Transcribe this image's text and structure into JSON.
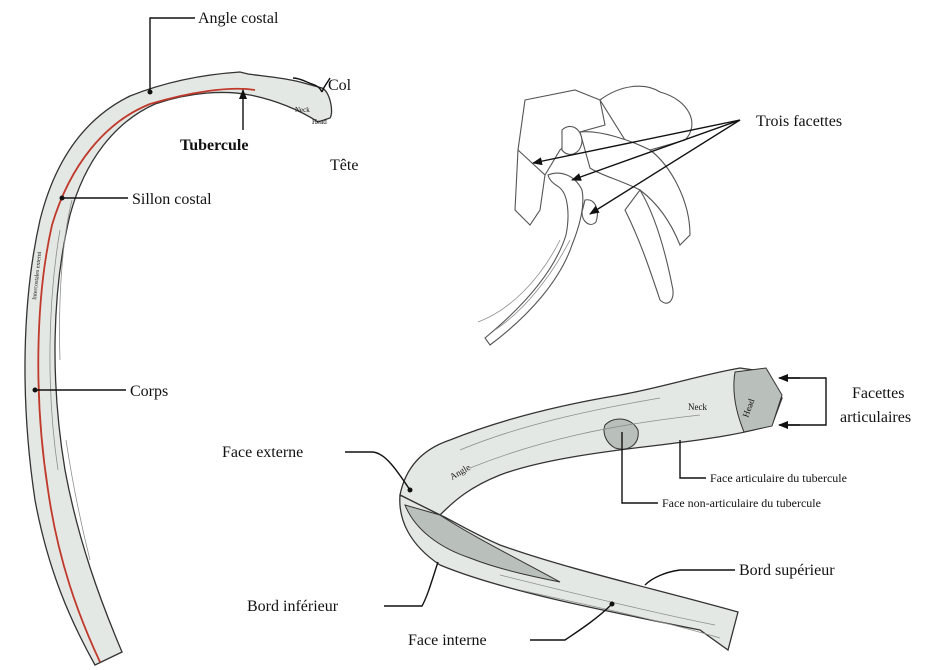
{
  "labels": {
    "angle_costal": "Angle costal",
    "col": "Col",
    "tubercule": "Tubercule",
    "tete": "Tête",
    "sillon_costal": "Sillon costal",
    "corps": "Corps",
    "trois_facettes": "Trois facettes",
    "facettes_articulaires_line1": "Facettes",
    "facettes_articulaires_line2": "articulaires",
    "face_externe": "Face externe",
    "face_articulaire_tubercule": "Face articulaire du tubercule",
    "face_non_articulaire_tubercule": "Face non-articulaire du tubercule",
    "bord_superieur": "Bord supérieur",
    "bord_inferieur": "Bord inférieur",
    "face_interne": "Face interne"
  },
  "bone_engravings": {
    "angle": "Angle",
    "neck": "Neck",
    "head": "Head",
    "intercostales_externi": "Intercostales externi"
  },
  "colors": {
    "costal_groove_line": "#c0392b",
    "bone_fill": "#e4e8e4",
    "leader_line": "#111111"
  }
}
